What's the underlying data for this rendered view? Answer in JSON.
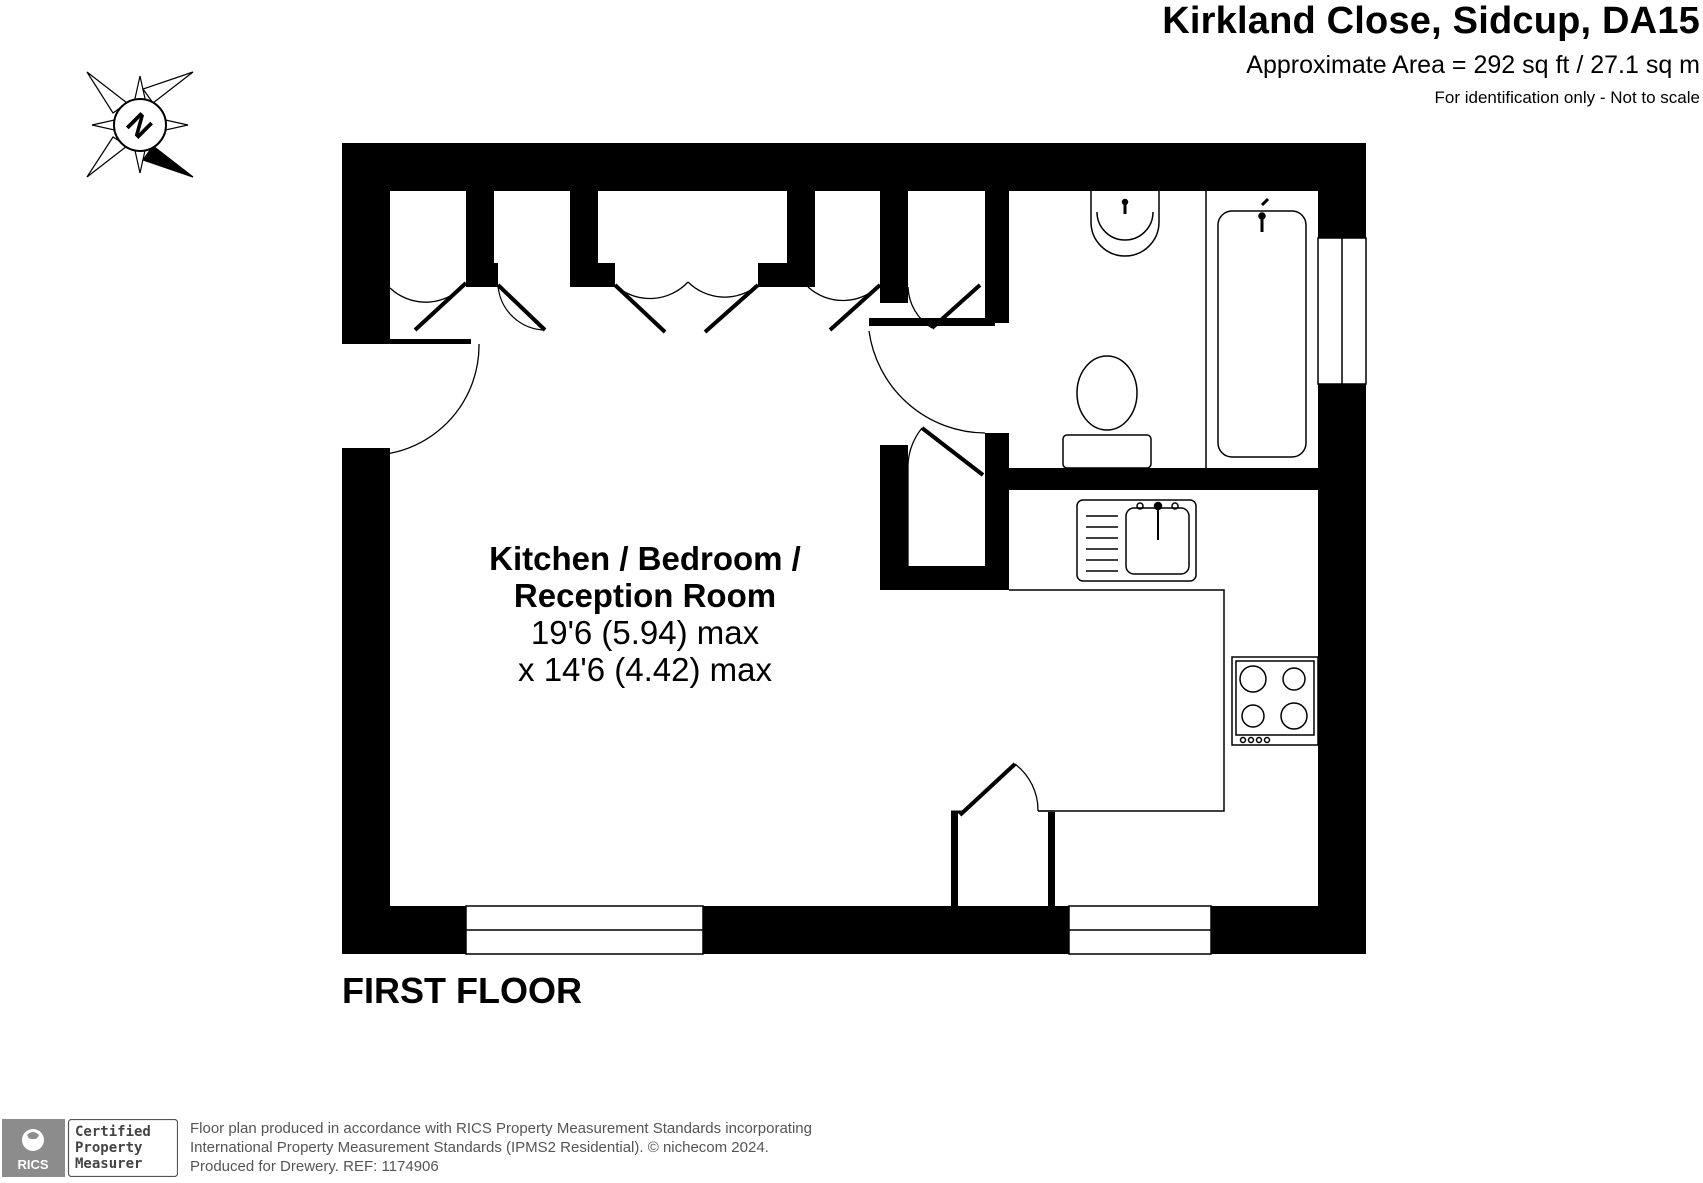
{
  "header": {
    "title": "Kirkland Close, Sidcup, DA15",
    "area": "Approximate Area = 292 sq ft / 27.1 sq m",
    "note": "For identification only - Not to scale"
  },
  "compass": {
    "letter": "N",
    "icon": "north-compass-icon"
  },
  "room": {
    "name_line1": "Kitchen / Bedroom /",
    "name_line2": "Reception Room",
    "dim_line1": "19'6 (5.94) max",
    "dim_line2": "x 14'6 (4.42) max"
  },
  "floor_label": "FIRST FLOOR",
  "badge": {
    "rics": "RICS",
    "line1": "Certified",
    "line2": "Property",
    "line3": "Measurer"
  },
  "footer": {
    "line1": "Floor plan produced in accordance with RICS Property Measurement Standards incorporating",
    "line2": "International Property Measurement Standards (IPMS2 Residential).   © nichecom 2024.",
    "line3": "Produced for Drewery.   REF: 1174906"
  },
  "colors": {
    "wall": "#000000",
    "background": "#ffffff",
    "footer_text": "#555555"
  }
}
